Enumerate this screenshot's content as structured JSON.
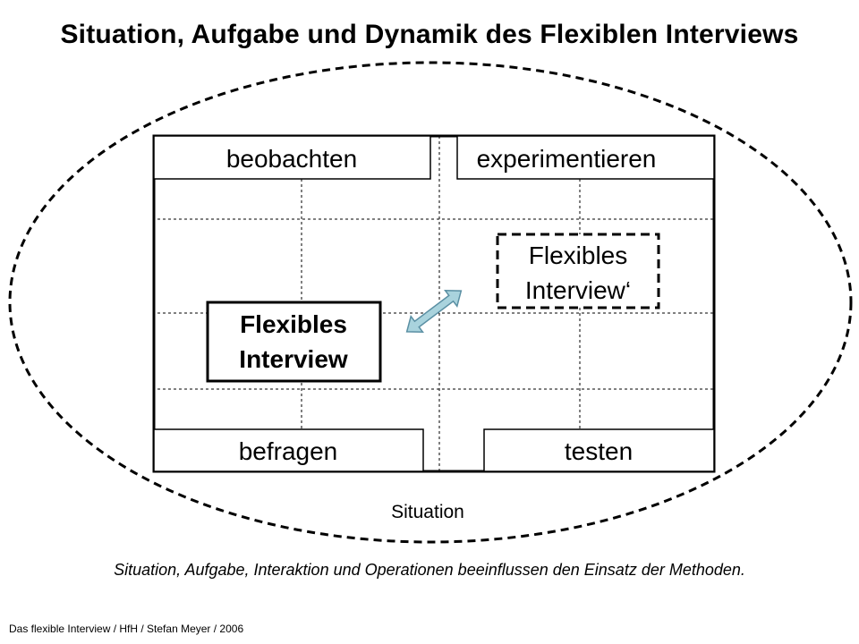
{
  "title": "Situation, Aufgabe und Dynamik des Flexiblen Interviews",
  "boxes": {
    "top_left": "beobachten",
    "top_right": "experimentieren",
    "bottom_left": "befragen",
    "bottom_right": "testen"
  },
  "flexible_interview": {
    "line1": "Flexibles",
    "line2": "Interview"
  },
  "flexible_interview_prime": {
    "line1": "Flexibles",
    "line2": "Interview‘"
  },
  "situation_label": "Situation",
  "caption": "Situation, Aufgabe, Interaktion und Operationen beeinflussen den Einsatz der Methoden.",
  "footer": "Das flexible Interview / HfH / Stefan Meyer / 2006",
  "colors": {
    "arrow_fill": "#a9d3dd",
    "arrow_stroke": "#5a8fa3"
  }
}
